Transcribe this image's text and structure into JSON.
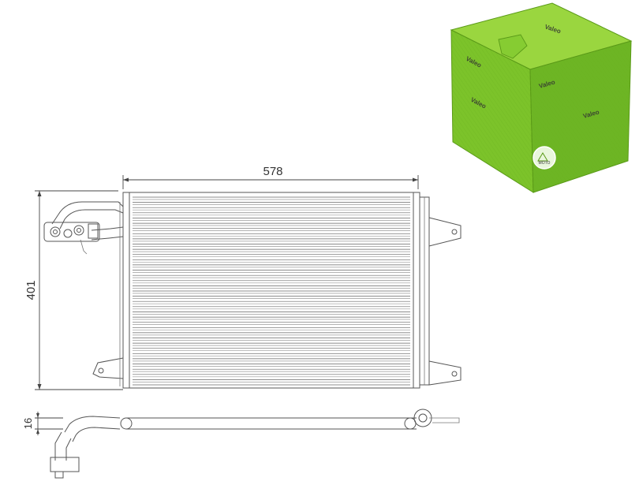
{
  "drawing": {
    "width_label": "578",
    "height_label": "401",
    "thickness_label": "16"
  },
  "box": {
    "brand": "Valeo",
    "badge_text": "MOTO",
    "colors": {
      "green": "#7cc32a",
      "green_dark": "#5a9a18",
      "green_light": "#9ad63f"
    }
  }
}
